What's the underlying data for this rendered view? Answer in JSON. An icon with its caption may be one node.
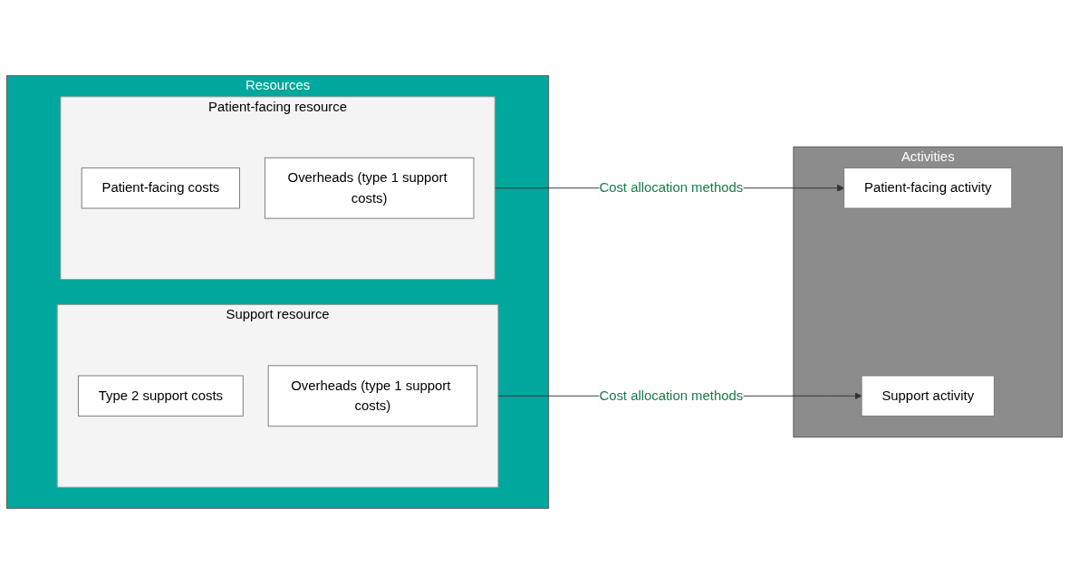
{
  "diagram": {
    "nodes": [
      {
        "text": [
          "Resources"
        ]
      },
      {
        "text": [
          "Patient-facing resource"
        ],
        "in": 0
      },
      {
        "text": [
          "Patient-facing costs"
        ],
        "in": 1
      },
      {
        "text": [
          "Overheads (type 1 support costs)"
        ],
        "in": 1
      },
      {
        "text": [
          "Support resource"
        ],
        "in": 0
      },
      {
        "text": [
          "Type 2 support costs"
        ],
        "in": 4
      },
      {
        "text": [
          "Overheads (type 1 support costs)"
        ],
        "in": 4
      },
      {
        "text": [
          "Activities"
        ]
      },
      {
        "text": [
          "Patient-facing activity"
        ],
        "in": 7
      },
      {
        "text": [
          "Support activity"
        ],
        "in": 7
      }
    ],
    "edges": [
      {
        "from": 1,
        "to": 8,
        "arrow": "to",
        "label": "Cost allocation methods"
      },
      {
        "from": 4,
        "to": 9,
        "arrow": "to",
        "label": "Cost allocation methods"
      }
    ]
  }
}
